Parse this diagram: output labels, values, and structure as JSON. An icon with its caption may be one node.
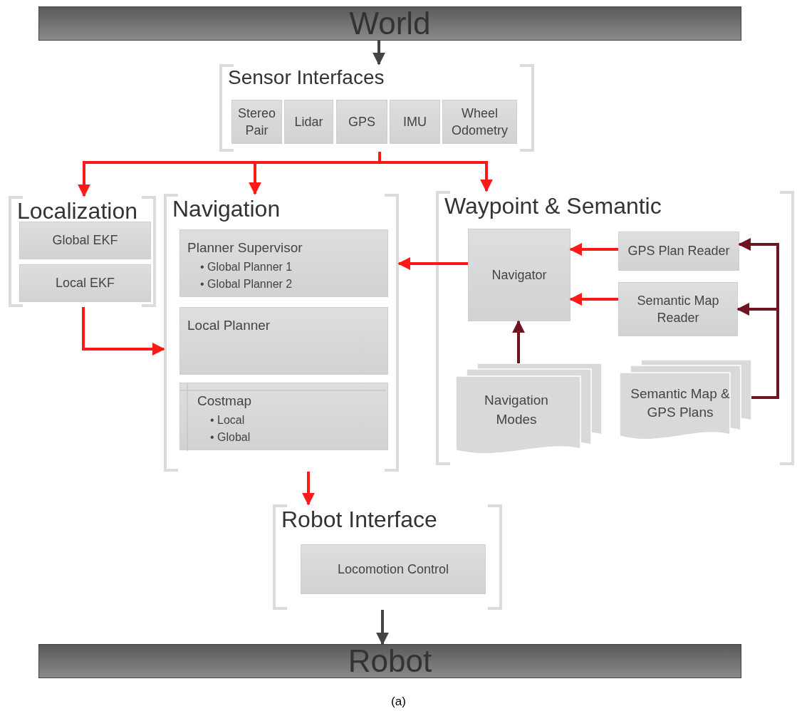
{
  "diagram": {
    "caption": "(a)",
    "nodes": [
      {
        "text": [
          "World"
        ]
      },
      {
        "text": [
          "Sensor Interfaces"
        ]
      },
      {
        "text": [
          "Stereo Pair"
        ],
        "in": 1
      },
      {
        "text": [
          "Lidar"
        ],
        "in": 1
      },
      {
        "text": [
          "GPS"
        ],
        "in": 1
      },
      {
        "text": [
          "IMU"
        ],
        "in": 1
      },
      {
        "text": [
          "Wheel Odometry"
        ],
        "in": 1
      },
      {
        "text": [
          "Localization"
        ]
      },
      {
        "text": [
          "Global EKF"
        ],
        "in": 7
      },
      {
        "text": [
          "Local EKF"
        ],
        "in": 7
      },
      {
        "text": [
          "Navigation"
        ]
      },
      {
        "text": [
          "Planner Supervisor",
          "• Global Planner 1",
          "• Global Planner 2"
        ],
        "in": 10
      },
      {
        "text": [
          "Local Planner"
        ],
        "in": 10
      },
      {
        "text": [
          "Costmap",
          "• Local",
          "• Global"
        ],
        "in": 10
      },
      {
        "text": [
          "Waypoint & Semantic"
        ]
      },
      {
        "text": [
          "Navigator"
        ],
        "in": 14
      },
      {
        "text": [
          "GPS Plan Reader"
        ],
        "in": 14
      },
      {
        "text": [
          "Semantic Map Reader"
        ],
        "in": 14
      },
      {
        "text": [
          "Navigation Modes"
        ],
        "in": 14
      },
      {
        "text": [
          "Semantic Map & GPS Plans"
        ],
        "in": 14
      },
      {
        "text": [
          "Robot Interface"
        ]
      },
      {
        "text": [
          "Locomotion Control"
        ],
        "in": 20
      },
      {
        "text": [
          "Robot"
        ]
      }
    ],
    "edges": [
      {
        "from": 0,
        "to": 1,
        "arrow": "to",
        "color": "#444444"
      },
      {
        "from": 1,
        "to": 7,
        "arrow": "to"
      },
      {
        "from": 1,
        "to": 10,
        "arrow": "to"
      },
      {
        "from": 1,
        "to": 14,
        "arrow": "to"
      },
      {
        "from": 7,
        "to": 10,
        "arrow": "to"
      },
      {
        "from": 15,
        "to": 10,
        "arrow": "to"
      },
      {
        "from": 16,
        "to": 15,
        "arrow": "to"
      },
      {
        "from": 17,
        "to": 15,
        "arrow": "to"
      },
      {
        "from": 18,
        "to": 15,
        "arrow": "to",
        "color": "#6e1423"
      },
      {
        "from": 19,
        "to": 16,
        "arrow": "to",
        "color": "#6e1423"
      },
      {
        "from": 19,
        "to": 17,
        "arrow": "to",
        "color": "#6e1423"
      },
      {
        "from": 10,
        "to": 20,
        "arrow": "to"
      },
      {
        "from": 20,
        "to": 22,
        "arrow": "to",
        "color": "#444444"
      }
    ]
  }
}
